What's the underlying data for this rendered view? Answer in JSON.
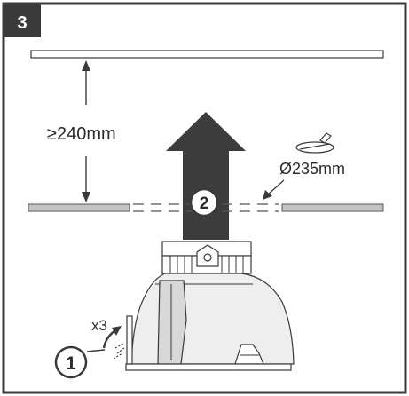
{
  "step": {
    "number": "3"
  },
  "measurements": {
    "clearance": "≥240mm",
    "cutout_diameter": "Ø235mm"
  },
  "callouts": {
    "one": "1",
    "two": "2",
    "count": "x3"
  },
  "colors": {
    "frame": "#3a3a3a",
    "badge": "#3a3a3a",
    "arrow": "#3c3c3c",
    "ceiling": "#c4c4c4",
    "line": "#555555"
  }
}
